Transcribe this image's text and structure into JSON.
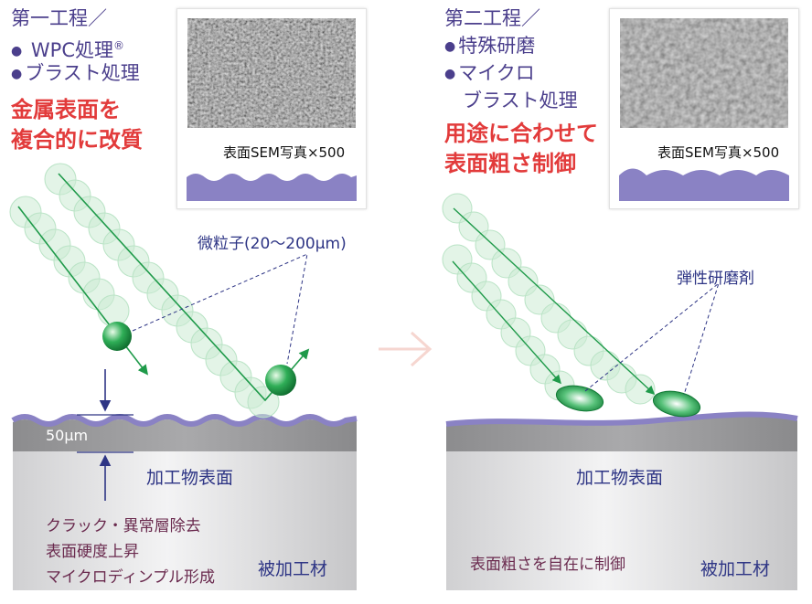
{
  "left": {
    "step_title": "第一工程／",
    "bullets": [
      "WPC処理",
      "ブラスト処理"
    ],
    "registered_mark": "®",
    "headline": [
      "金属表面を",
      "複合的に改質"
    ],
    "sem_caption": "表面SEM写真×500",
    "particle_label": "微粒子(20〜200μm)",
    "depth_label": "50μm",
    "surface_label": "加工物表面",
    "effects": [
      "クラック・異常層除去",
      "表面硬度上昇",
      "マイクロディンプル形成"
    ],
    "material_label": "被加工材"
  },
  "right": {
    "step_title": "第二工程／",
    "bullets": [
      "特殊研磨",
      "マイクロ"
    ],
    "bullet_cont": "ブラスト処理",
    "headline": [
      "用途に合わせて",
      "表面粗さ制御"
    ],
    "sem_caption": "表面SEM写真×500",
    "abrasive_label": "弾性研磨剤",
    "surface_label": "加工物表面",
    "effect": "表面粗さを自在に制御",
    "material_label": "被加工材"
  },
  "colors": {
    "title_purple": "#4b3f8c",
    "headline_red": "#e23b3b",
    "label_navy": "#2e3585",
    "effect_plum": "#6a2a4e",
    "particle_green": "#1f9a4a",
    "surface_violet": "#8a82c4",
    "flow_arrow": "#f6d6d0"
  }
}
